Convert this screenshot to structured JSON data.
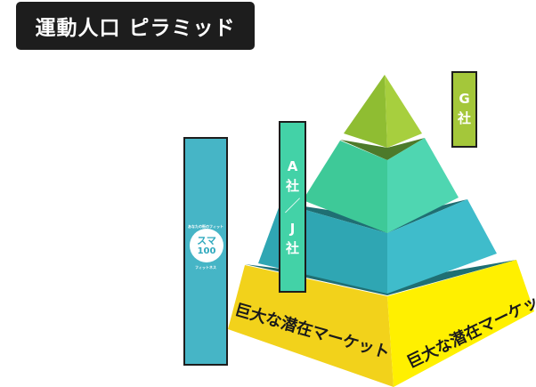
{
  "title": "運動人口 ピラミッド",
  "tags": {
    "g": {
      "label": "G",
      "suffix": "社"
    },
    "aj": {
      "a": "A",
      "a_suffix": "社",
      "separator": "／",
      "j": "J",
      "j_suffix": "社"
    }
  },
  "badge": {
    "small_top": "あなたの街のフィット",
    "line1": "スマ",
    "line2": "100",
    "small_bottom": "フィットネス"
  },
  "market_left": "巨大な潜在マーケット",
  "market_right": "巨大な潜在マーケット",
  "colors": {
    "title_bg": "#1d1d1d",
    "tier_top": "#a4c73a",
    "tier_second": "#43d2a7",
    "tier_third": "#3fb8c6",
    "tier_base": "#f2d21b",
    "tag_g": "#a4c73a",
    "tag_aj": "#43d2a7",
    "tag_sm": "#46b5c6"
  }
}
